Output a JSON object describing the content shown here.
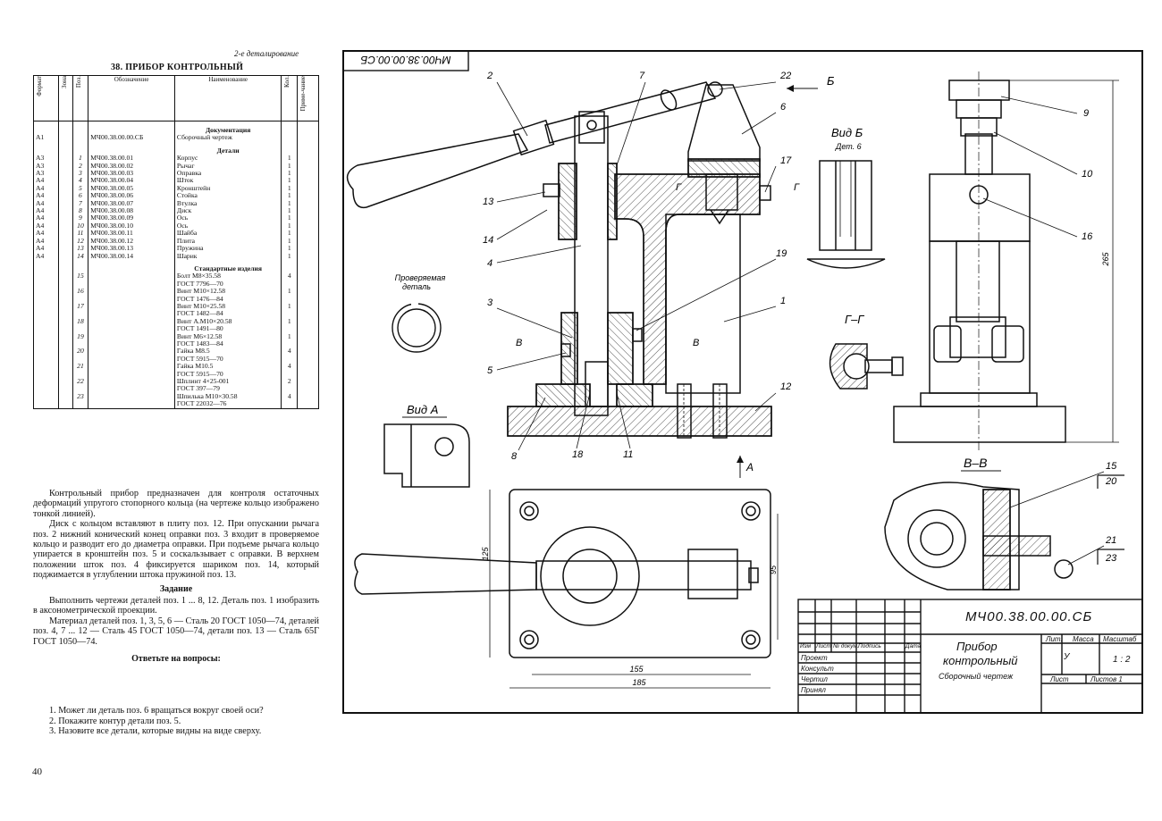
{
  "header_right": "2-е деталирование",
  "title": "38. ПРИБОР КОНТРОЛЬНЫЙ",
  "spec_table": {
    "columns": [
      "Формат",
      "Зона",
      "Поз.",
      "Обозначение",
      "Наименование",
      "Кол.",
      "Приме-чание"
    ],
    "documentation_header": "Документация",
    "documentation": [
      {
        "format": "A1",
        "pos": "",
        "designation": "МЧ00.38.00.00.СБ",
        "name": "Сборочный чертеж",
        "qty": ""
      }
    ],
    "parts_header": "Детали",
    "parts": [
      {
        "format": "A3",
        "pos": "1",
        "designation": "МЧ00.38.00.01",
        "name": "Корпус",
        "qty": "1"
      },
      {
        "format": "A3",
        "pos": "2",
        "designation": "МЧ00.38.00.02",
        "name": "Рычаг",
        "qty": "1"
      },
      {
        "format": "A3",
        "pos": "3",
        "designation": "МЧ00.38.00.03",
        "name": "Оправка",
        "qty": "1"
      },
      {
        "format": "A4",
        "pos": "4",
        "designation": "МЧ00.38.00.04",
        "name": "Шток",
        "qty": "1"
      },
      {
        "format": "A4",
        "pos": "5",
        "designation": "МЧ00.38.00.05",
        "name": "Кронштейн",
        "qty": "1"
      },
      {
        "format": "A4",
        "pos": "6",
        "designation": "МЧ00.38.00.06",
        "name": "Стойка",
        "qty": "1"
      },
      {
        "format": "A4",
        "pos": "7",
        "designation": "МЧ00.38.00.07",
        "name": "Втулка",
        "qty": "1"
      },
      {
        "format": "A4",
        "pos": "8",
        "designation": "МЧ00.38.00.08",
        "name": "Диск",
        "qty": "1"
      },
      {
        "format": "A4",
        "pos": "9",
        "designation": "МЧ00.38.00.09",
        "name": "Ось",
        "qty": "1"
      },
      {
        "format": "A4",
        "pos": "10",
        "designation": "МЧ00.38.00.10",
        "name": "Ось",
        "qty": "1"
      },
      {
        "format": "A4",
        "pos": "11",
        "designation": "МЧ00.38.00.11",
        "name": "Шайба",
        "qty": "1"
      },
      {
        "format": "A4",
        "pos": "12",
        "designation": "МЧ00.38.00.12",
        "name": "Плита",
        "qty": "1"
      },
      {
        "format": "A4",
        "pos": "13",
        "designation": "МЧ00.38.00.13",
        "name": "Пружина",
        "qty": "1"
      },
      {
        "format": "A4",
        "pos": "14",
        "designation": "МЧ00.38.00.14",
        "name": "Шарик",
        "qty": "1"
      }
    ],
    "standard_header": "Стандартные изделия",
    "standard": [
      {
        "pos": "15",
        "lines": [
          "Болт М8×35.58",
          "ГОСТ 7796—70"
        ],
        "qty": "4"
      },
      {
        "pos": "16",
        "lines": [
          "Винт М10×12.58",
          "ГОСТ 1476—84"
        ],
        "qty": "1"
      },
      {
        "pos": "17",
        "lines": [
          "Винт М10×25.58",
          "ГОСТ 1482—84"
        ],
        "qty": "1"
      },
      {
        "pos": "18",
        "lines": [
          "Винт А.М10×20.58",
          "ГОСТ 1491—80"
        ],
        "qty": "1"
      },
      {
        "pos": "19",
        "lines": [
          "Винт М6×12.58",
          "ГОСТ 1483—84"
        ],
        "qty": "1"
      },
      {
        "pos": "20",
        "lines": [
          "Гайка М8.5",
          "ГОСТ 5915—70"
        ],
        "qty": "4"
      },
      {
        "pos": "21",
        "lines": [
          "Гайка М10.5",
          "ГОСТ 5915—70"
        ],
        "qty": "4"
      },
      {
        "pos": "22",
        "lines": [
          "Шплинт 4×25-001",
          "ГОСТ 397—79"
        ],
        "qty": "2"
      },
      {
        "pos": "23",
        "lines": [
          "Шпилька М10×30.58",
          "ГОСТ 22032—76"
        ],
        "qty": "4"
      }
    ]
  },
  "description": [
    "Контрольный прибор предназначен для контроля остаточных деформаций упругого стопорного кольца (на чертеже кольцо изображено тонкой линией).",
    "Диск с кольцом вставляют в плиту поз. 12. При опускании рычага поз. 2 нижний конический конец оправки поз. 3 входит в проверяемое кольцо и разводит его до диаметра оправки. При подъеме рычага кольцо упирается в кронштейн поз. 5 и соскальзывает с оправки. В верхнем положении шток поз. 4 фиксируется шариком поз. 14, который поджимается в углублении штока пружиной поз. 13."
  ],
  "task_header": "Задание",
  "task": [
    "Выполнить чертежи деталей поз. 1 ... 8, 12. Деталь поз. 1 изобразить в аксонометрической проекции.",
    "Материал деталей поз. 1, 3, 5, 6 — Сталь 20 ГОСТ 1050—74, деталей поз. 4, 7 ... 12 — Сталь 45 ГОСТ 1050—74, детали поз. 13 — Сталь 65Г ГОСТ 1050—74."
  ],
  "questions_header": "Ответьте на вопросы:",
  "questions": [
    "1. Может ли деталь поз. 6 вращаться вокруг своей оси?",
    "2. Покажите контур детали поз. 5.",
    "3. Назовите все детали, которые видны на виде сверху."
  ],
  "page_number": "40",
  "drawing": {
    "stamp_code_rotated": "МЧ00.38.00.00.СБ",
    "view_a": "Вид А",
    "view_b": "Вид Б",
    "view_b_sub": "Дет. 6",
    "section_gg": "Г–Г",
    "section_vv": "В–В",
    "checked_part": [
      "Проверяемая",
      "деталь"
    ],
    "arrow_b": "Б",
    "arrow_a": "А",
    "cut_g": "Г",
    "cut_v": "В",
    "dims": {
      "h265": "265",
      "w155": "155",
      "w185": "185",
      "h125": "125",
      "h95": "95"
    },
    "leaders": [
      "1",
      "2",
      "3",
      "4",
      "5",
      "6",
      "7",
      "8",
      "9",
      "10",
      "11",
      "12",
      "13",
      "14",
      "15",
      "16",
      "17",
      "18",
      "19",
      "20",
      "21",
      "22",
      "23"
    ]
  },
  "title_block": {
    "designation": "МЧ00.38.00.00.СБ",
    "name_line1": "Прибор",
    "name_line2": "контрольный",
    "doc_type": "Сборочный чертеж",
    "col_lit": "Лит.",
    "col_mass": "Масса",
    "col_scale": "Масштаб",
    "lit_value": "У",
    "scale_value": "1 : 2",
    "sheet": "Лист",
    "sheets": "Листов 1",
    "row_labels": [
      "Изм",
      "Лист",
      "№ докум.",
      "Подпись",
      "Дата"
    ],
    "roles": [
      "Проект",
      "Консульт",
      "Чертил",
      "Принял"
    ]
  }
}
